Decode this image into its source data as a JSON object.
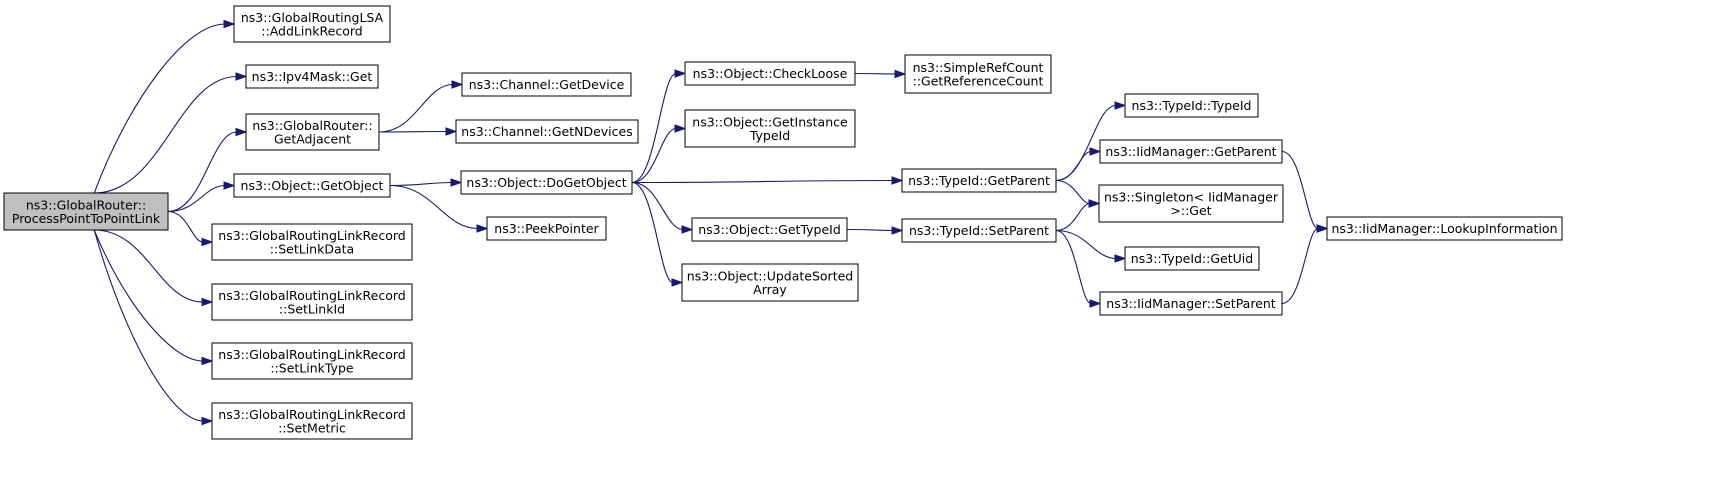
{
  "graph": {
    "colors": {
      "edge": "#191970",
      "root_fill": "#bfbfbf",
      "node_fill": "#ffffff",
      "border": "#000000"
    },
    "nodes": [
      {
        "id": "root",
        "root": true,
        "lines": [
          "ns3::GlobalRouter::",
          "ProcessPointToPointLink"
        ]
      },
      {
        "id": "addlink",
        "lines": [
          "ns3::GlobalRoutingLSA",
          "::AddLinkRecord"
        ]
      },
      {
        "id": "maskget",
        "lines": [
          "ns3::Ipv4Mask::Get"
        ]
      },
      {
        "id": "getadj",
        "lines": [
          "ns3::GlobalRouter::",
          "GetAdjacent"
        ]
      },
      {
        "id": "getobj",
        "lines": [
          "ns3::Object::GetObject"
        ]
      },
      {
        "id": "setlinkdata",
        "lines": [
          "ns3::GlobalRoutingLinkRecord",
          "::SetLinkData"
        ]
      },
      {
        "id": "setlinkid",
        "lines": [
          "ns3::GlobalRoutingLinkRecord",
          "::SetLinkId"
        ]
      },
      {
        "id": "setlinktype",
        "lines": [
          "ns3::GlobalRoutingLinkRecord",
          "::SetLinkType"
        ]
      },
      {
        "id": "setmetric",
        "lines": [
          "ns3::GlobalRoutingLinkRecord",
          "::SetMetric"
        ]
      },
      {
        "id": "getdevice",
        "lines": [
          "ns3::Channel::GetDevice"
        ]
      },
      {
        "id": "getndev",
        "lines": [
          "ns3::Channel::GetNDevices"
        ]
      },
      {
        "id": "dogetobj",
        "lines": [
          "ns3::Object::DoGetObject"
        ]
      },
      {
        "id": "peekptr",
        "lines": [
          "ns3::PeekPointer"
        ]
      },
      {
        "id": "checkloose",
        "lines": [
          "ns3::Object::CheckLoose"
        ]
      },
      {
        "id": "getinsttid",
        "lines": [
          "ns3::Object::GetInstance",
          "TypeId"
        ]
      },
      {
        "id": "gettypeid",
        "lines": [
          "ns3::Object::GetTypeId"
        ]
      },
      {
        "id": "updsorted",
        "lines": [
          "ns3::Object::UpdateSorted",
          "Array"
        ]
      },
      {
        "id": "getrefcnt",
        "lines": [
          "ns3::SimpleRefCount",
          "::GetReferenceCount"
        ]
      },
      {
        "id": "tidgetparent",
        "lines": [
          "ns3::TypeId::GetParent"
        ]
      },
      {
        "id": "tidsetparent",
        "lines": [
          "ns3::TypeId::SetParent"
        ]
      },
      {
        "id": "tidtypeid",
        "lines": [
          "ns3::TypeId::TypeId"
        ]
      },
      {
        "id": "iidgetparent",
        "lines": [
          "ns3::IidManager::GetParent"
        ]
      },
      {
        "id": "singleton",
        "lines": [
          "ns3::Singleton< IidManager",
          ">::Get"
        ]
      },
      {
        "id": "getuid",
        "lines": [
          "ns3::TypeId::GetUid"
        ]
      },
      {
        "id": "iidsetparent",
        "lines": [
          "ns3::IidManager::SetParent"
        ]
      },
      {
        "id": "lookup",
        "lines": [
          "ns3::IidManager::LookupInformation"
        ]
      }
    ],
    "edges": [
      {
        "from": "root",
        "to": "addlink"
      },
      {
        "from": "root",
        "to": "maskget"
      },
      {
        "from": "root",
        "to": "getadj"
      },
      {
        "from": "root",
        "to": "getobj"
      },
      {
        "from": "root",
        "to": "setlinkdata"
      },
      {
        "from": "root",
        "to": "setlinkid"
      },
      {
        "from": "root",
        "to": "setlinktype"
      },
      {
        "from": "root",
        "to": "setmetric"
      },
      {
        "from": "getadj",
        "to": "getdevice"
      },
      {
        "from": "getadj",
        "to": "getndev"
      },
      {
        "from": "getobj",
        "to": "dogetobj"
      },
      {
        "from": "getobj",
        "to": "peekptr"
      },
      {
        "from": "dogetobj",
        "to": "checkloose"
      },
      {
        "from": "dogetobj",
        "to": "getinsttid"
      },
      {
        "from": "dogetobj",
        "to": "tidgetparent"
      },
      {
        "from": "dogetobj",
        "to": "gettypeid"
      },
      {
        "from": "dogetobj",
        "to": "updsorted"
      },
      {
        "from": "checkloose",
        "to": "getrefcnt"
      },
      {
        "from": "gettypeid",
        "to": "tidsetparent"
      },
      {
        "from": "tidgetparent",
        "to": "tidtypeid"
      },
      {
        "from": "tidgetparent",
        "to": "iidgetparent"
      },
      {
        "from": "tidgetparent",
        "to": "singleton"
      },
      {
        "from": "tidsetparent",
        "to": "singleton"
      },
      {
        "from": "tidsetparent",
        "to": "getuid"
      },
      {
        "from": "tidsetparent",
        "to": "iidsetparent"
      },
      {
        "from": "iidgetparent",
        "to": "lookup"
      },
      {
        "from": "iidsetparent",
        "to": "lookup"
      }
    ]
  }
}
